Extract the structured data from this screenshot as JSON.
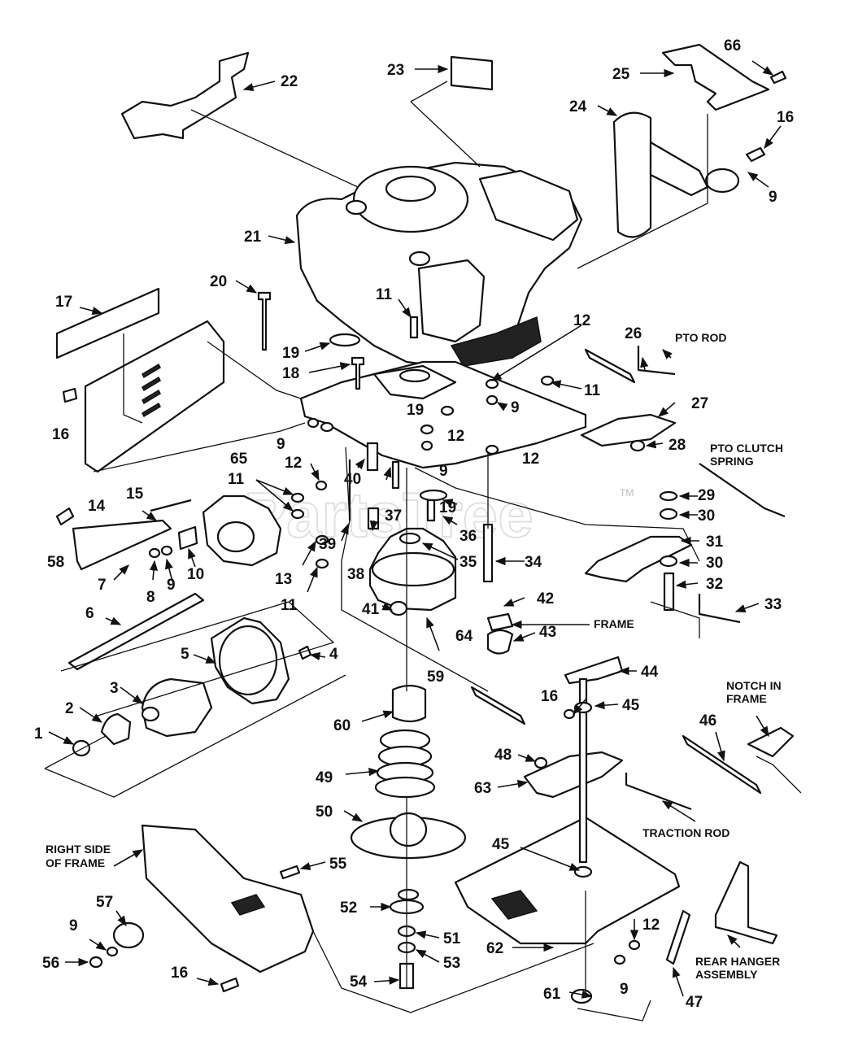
{
  "watermark": {
    "text": "PartsTree",
    "trademark": "TM"
  },
  "callouts": {
    "c1": "1",
    "c2": "2",
    "c3": "3",
    "c4": "4",
    "c5": "5",
    "c6": "6",
    "c7": "7",
    "c8": "8",
    "c9a": "9",
    "c9b": "9",
    "c9c": "9",
    "c9d": "9",
    "c9e": "9",
    "c9f": "9",
    "c9g": "9",
    "c10": "10",
    "c11a": "11",
    "c11b": "11",
    "c11c": "11",
    "c11d": "11",
    "c12a": "12",
    "c12b": "12",
    "c12c": "12",
    "c12d": "12",
    "c12e": "12",
    "c13": "13",
    "c14": "14",
    "c15": "15",
    "c16a": "16",
    "c16b": "16",
    "c16c": "16",
    "c16d": "16",
    "c17": "17",
    "c18": "18",
    "c19a": "19",
    "c19b": "19",
    "c19c": "19",
    "c20": "20",
    "c21": "21",
    "c22": "22",
    "c23": "23",
    "c24": "24",
    "c25": "25",
    "c26": "26",
    "c27": "27",
    "c28": "28",
    "c29": "29",
    "c30a": "30",
    "c30b": "30",
    "c31": "31",
    "c32": "32",
    "c33": "33",
    "c34": "34",
    "c35": "35",
    "c36": "36",
    "c37": "37",
    "c38": "38",
    "c39": "39",
    "c40": "40",
    "c41": "41",
    "c42": "42",
    "c43": "43",
    "c44": "44",
    "c45a": "45",
    "c45b": "45",
    "c46": "46",
    "c47": "47",
    "c48": "48",
    "c49": "49",
    "c50": "50",
    "c51": "51",
    "c52": "52",
    "c53": "53",
    "c54": "54",
    "c55": "55",
    "c56": "56",
    "c57": "57",
    "c58": "58",
    "c59": "59",
    "c60": "60",
    "c61": "61",
    "c62": "62",
    "c63": "63",
    "c64": "64",
    "c65": "65",
    "c66": "66"
  },
  "labels": {
    "pto_rod": "PTO ROD",
    "pto_clutch_spring_1": "PTO CLUTCH",
    "pto_clutch_spring_2": "SPRING",
    "frame": "FRAME",
    "notch_1": "NOTCH IN",
    "notch_2": "FRAME",
    "traction_rod": "TRACTION ROD",
    "right_side_1": "RIGHT SIDE",
    "right_side_2": "OF FRAME",
    "rear_hanger_1": "REAR HANGER",
    "rear_hanger_2": "ASSEMBLY"
  }
}
